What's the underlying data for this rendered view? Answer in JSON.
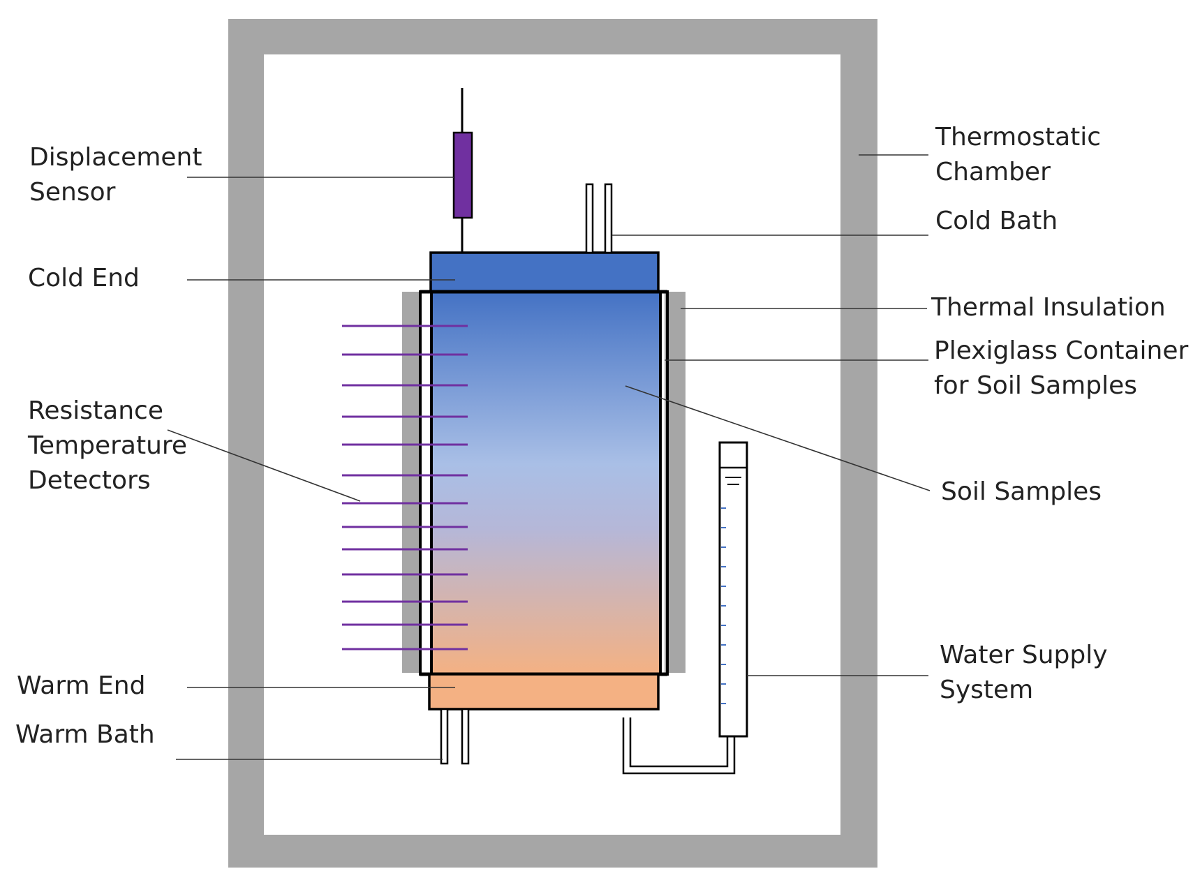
{
  "labels": {
    "displacement_sensor": [
      "Displacement",
      "Sensor"
    ],
    "cold_end": "Cold End",
    "rtd": [
      "Resistance",
      "Temperature",
      "Detectors"
    ],
    "warm_end": "Warm End",
    "warm_bath": "Warm Bath",
    "thermostatic_chamber": [
      "Thermostatic",
      "Chamber"
    ],
    "cold_bath": "Cold Bath",
    "thermal_insulation": "Thermal Insulation",
    "plexiglass_container": [
      "Plexiglass Container",
      "for Soil Samples"
    ],
    "soil_samples": "Soil Samples",
    "water_supply": [
      "Water Supply",
      "System"
    ]
  },
  "colors": {
    "chamber_wall": "#a6a6a6",
    "insulation": "#a6a6a6",
    "cold": "#4472c4",
    "warm": "#f4b183",
    "sensor": "#7030a0",
    "rtd_probe": "#7030a0",
    "gauge_tick": "#4472c4"
  },
  "rtd_probe_count": 13
}
